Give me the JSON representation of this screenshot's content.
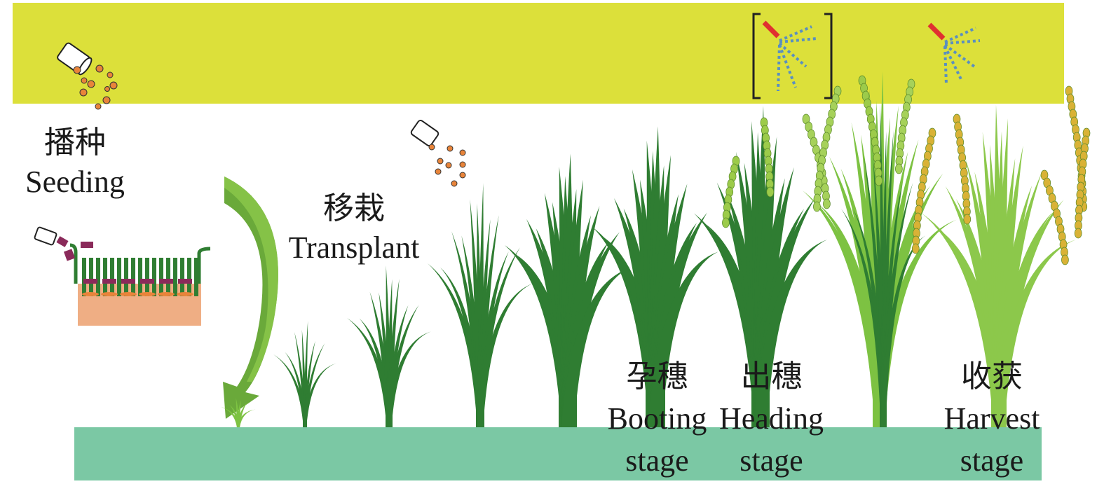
{
  "stages": {
    "seeding": {
      "zh": "播种",
      "en": "Seeding"
    },
    "transplant": {
      "zh": "移栽",
      "en": "Transplant"
    },
    "booting": {
      "zh": "孕穗",
      "en": "Booting",
      "en2": "stage"
    },
    "heading": {
      "zh": "出穗",
      "en": "Heading",
      "en2": "stage"
    },
    "harvest": {
      "zh": "收获",
      "en": "Harvest",
      "en2": "stage"
    }
  },
  "colors": {
    "top_band": "#dce03a",
    "ground": "#7bc8a4",
    "dark_green": "#2f7d32",
    "light_green": "#7dc242",
    "seed": "#e8843a",
    "grain": "#d9b236",
    "spray": "#5a8fc0",
    "nozzle": "#e03030"
  }
}
